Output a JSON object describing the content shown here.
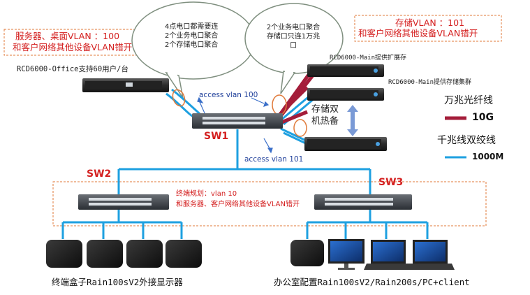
{
  "title": "",
  "office_server_label": "RCD6000-Office支持60用户/台",
  "left_vlan_box": {
    "line1": "服务器、桌面VLAN ：100",
    "line2": "和客户网络其他设备VLAN错开"
  },
  "right_vlan_box": {
    "line1": "存储VLAN ：101",
    "line2": "和客户网络其他设备VLAN错开"
  },
  "bubble_left": [
    "4点电口都需要连",
    "2个业务电口聚合",
    "2个存储电口聚合"
  ],
  "bubble_right": [
    "2个业务电口聚合",
    "存储口只连1万兆",
    "口"
  ],
  "main_expand_label": "RCD6000-Main提供扩展存",
  "main_storage_label": "RCD6000-Main提供存储集群",
  "storage_hotbackup": [
    "存储双",
    "机热备"
  ],
  "access_vlan_100": "access vlan 100",
  "access_vlan_101": "access vlan 101",
  "switches": {
    "sw1": "SW1",
    "sw2": "SW2",
    "sw3": "SW3"
  },
  "terminal_plan": {
    "line1": "终端规划：vlan 10",
    "line2": "和服务器、客户网络其他设备VLAN错开"
  },
  "legend": {
    "fiber_title": "万兆光纤线",
    "fiber_speed": "10G",
    "copper_title": "千兆线双绞线",
    "copper_speed": "1000M"
  },
  "bottom_left_label": "终端盒子Rain100sV2外接显示器",
  "bottom_right_label": "办公室配置Rain100sV2/Rain200s/PC+client",
  "colors": {
    "fiber": "#a41d3a",
    "copper": "#1ea0e0",
    "accent_red": "#d42020",
    "box_dash": "#e07a3a"
  }
}
